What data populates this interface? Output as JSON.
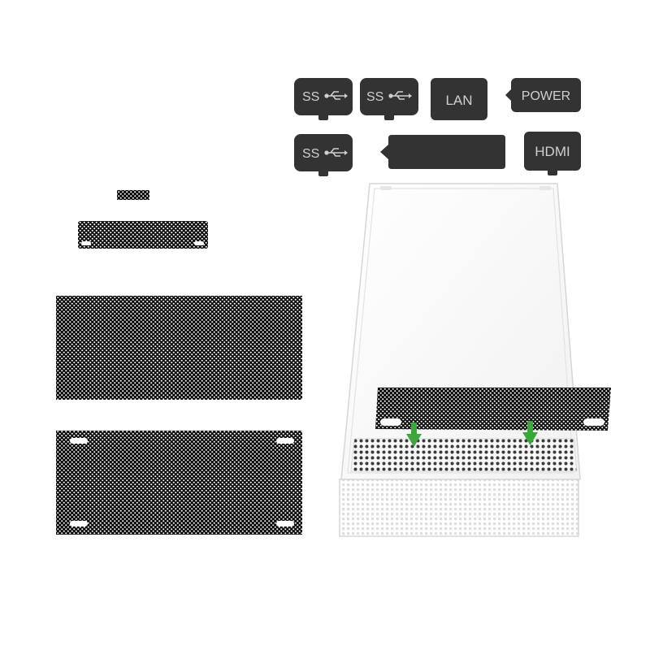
{
  "plugs": [
    {
      "id": "ss1",
      "label": "SS",
      "icon": "usb-icon"
    },
    {
      "id": "ss2",
      "label": "SS",
      "icon": "usb-icon"
    },
    {
      "id": "lan",
      "label": "LAN"
    },
    {
      "id": "power",
      "label": "POWER"
    },
    {
      "id": "ss3",
      "label": "SS",
      "icon": "usb-icon"
    },
    {
      "id": "blank",
      "label": ""
    },
    {
      "id": "hdmi",
      "label": "HDMI"
    }
  ],
  "colors": {
    "plug": "#333333",
    "plug_text": "#cfcfcf",
    "mesh": "#0a0a0a",
    "console": "#ffffff",
    "console_edge": "#d6d6d6",
    "arrow": "#3aa83a"
  }
}
